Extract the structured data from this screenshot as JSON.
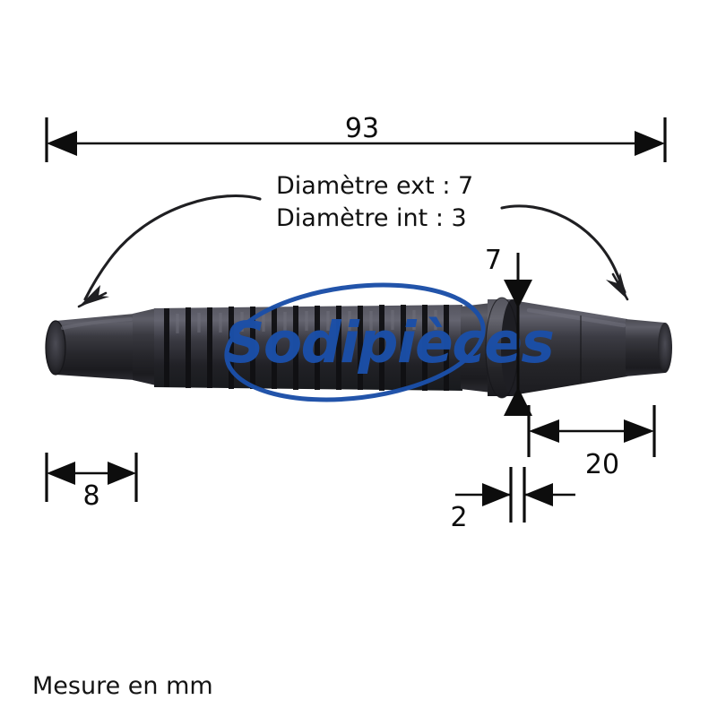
{
  "document": {
    "type": "technical-dimension-drawing",
    "subject": "black ribbed rubber sleeve / spark plug boot",
    "unit_note": "Mesure en mm"
  },
  "colors": {
    "line": "#0d0d0d",
    "text": "#111111",
    "watermark_blue": "#1b4fa8",
    "part_dark": "#2c2c30",
    "part_mid": "#3c3c42",
    "part_light": "#5a5a62",
    "background": "#ffffff"
  },
  "dimensions": {
    "overall_length": {
      "value": "93",
      "orientation": "horizontal",
      "arrows": "inward",
      "description": "total length of part"
    },
    "left_tip": {
      "value": "8",
      "orientation": "horizontal",
      "arrows": "inward",
      "description": "smooth left end length"
    },
    "collar_height": {
      "value": "7",
      "orientation": "vertical",
      "arrows": "inward",
      "description": "outer diameter at collar"
    },
    "collar_width": {
      "value": "2",
      "orientation": "horizontal",
      "arrows": "outward",
      "description": "collar thickness"
    },
    "right_cone": {
      "value": "20",
      "orientation": "horizontal",
      "arrows": "inward",
      "description": "tapered right end length"
    }
  },
  "notes": {
    "diameter_ext": "Diamètre ext : 7",
    "diameter_int": "Diamètre int : 3"
  },
  "annotations": {
    "left_arrow": "curved-arrow-pointing-left-end",
    "right_arrow": "curved-arrow-pointing-right-end"
  },
  "watermark": {
    "text": "Sodipièces",
    "shape": "ellipse"
  },
  "footer": {
    "unit_label": "Mesure en mm"
  }
}
